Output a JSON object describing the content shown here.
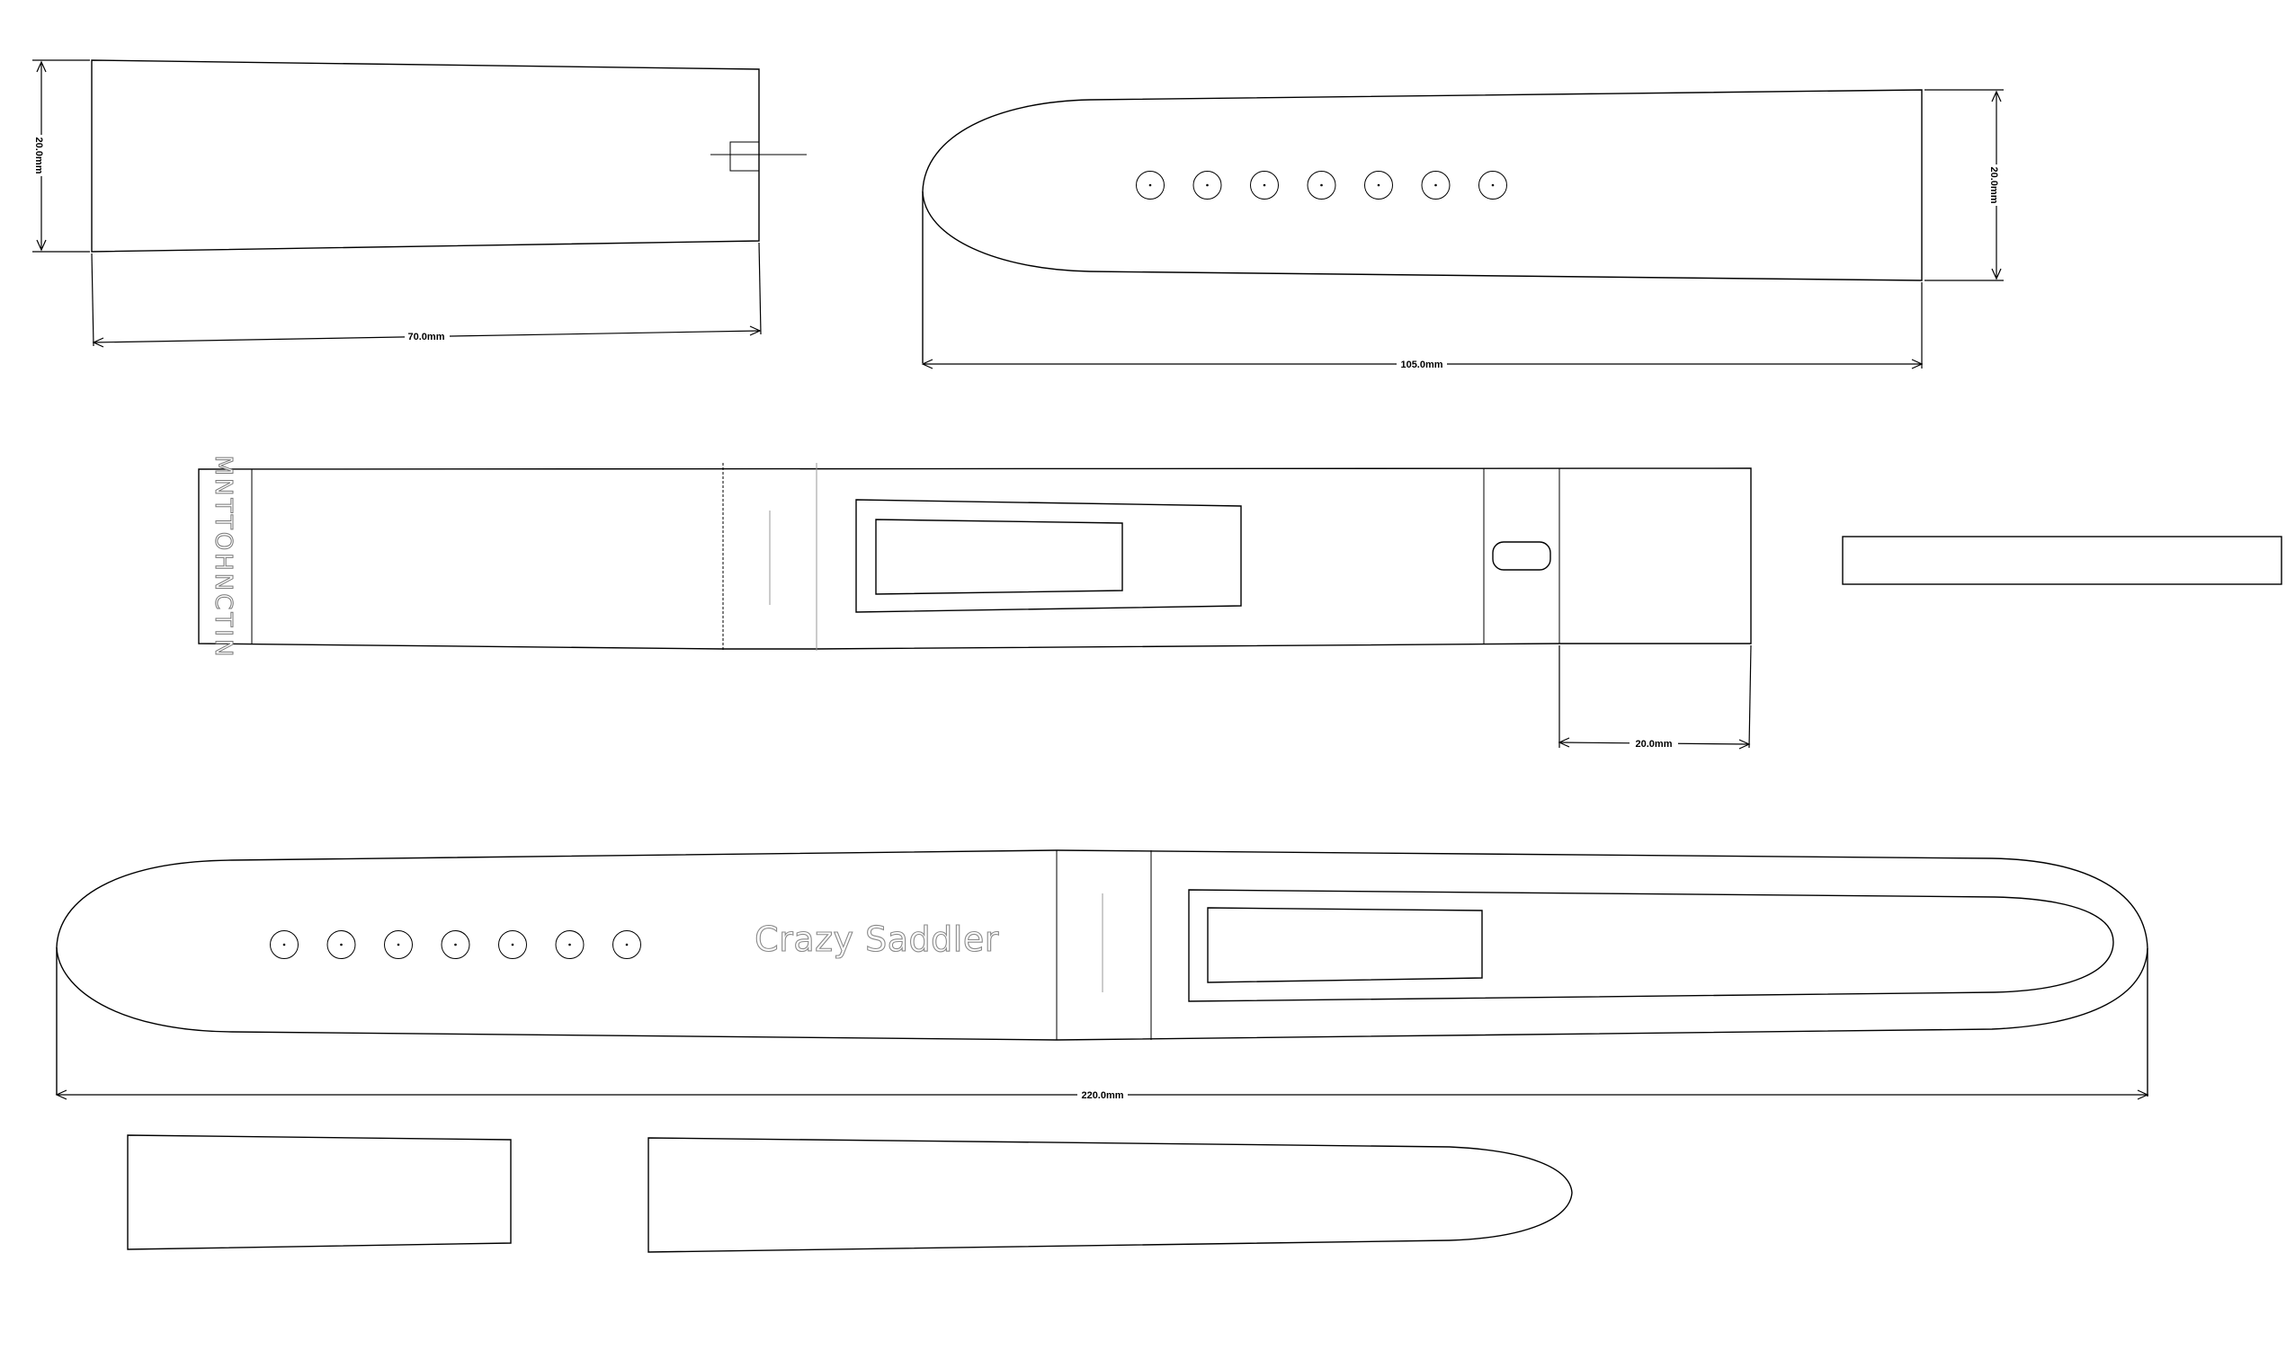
{
  "dimensions": {
    "piece1_height": "20.0mm",
    "piece1_width": "70.0mm",
    "piece2_height": "20.0mm",
    "piece2_width": "105.0mm",
    "piece3_tip": "20.0mm",
    "piece4_width": "220.0mm"
  },
  "branding": {
    "vertical_mark": "MNTTOHNCTIN",
    "logo_text": "Crazy Saddler"
  },
  "hole_counts": {
    "long_strap": 7,
    "full_strap": 7
  }
}
